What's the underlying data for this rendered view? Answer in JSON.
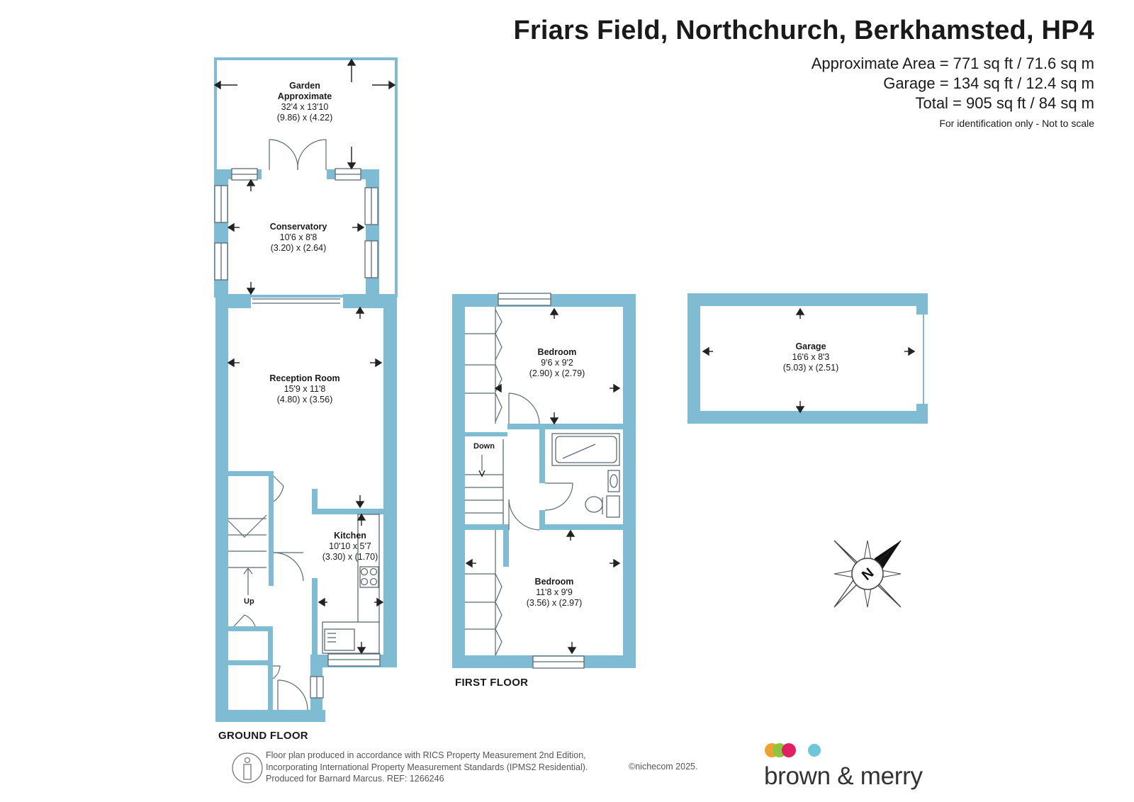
{
  "header": {
    "title": "Friars Field, Northchurch, Berkhamsted, HP4",
    "approx_area": "Approximate Area = 771 sq ft / 71.6 sq m",
    "garage_area": "Garage = 134 sq ft / 12.4 sq m",
    "total_area": "Total = 905 sq ft / 84 sq m",
    "note": "For identification only - Not to scale"
  },
  "rooms": {
    "garden": {
      "name": "Garden",
      "sub": "Approximate",
      "imperial": "32'4 x 13'10",
      "metric": "(9.86) x (4.22)"
    },
    "conservatory": {
      "name": "Conservatory",
      "imperial": "10'6 x 8'8",
      "metric": "(3.20) x (2.64)"
    },
    "reception": {
      "name": "Reception Room",
      "imperial": "15'9 x 11'8",
      "metric": "(4.80) x (3.56)"
    },
    "kitchen": {
      "name": "Kitchen",
      "imperial": "10'10 x 5'7",
      "metric": "(3.30) x (1.70)"
    },
    "bedroom1": {
      "name": "Bedroom",
      "imperial": "9'6 x 9'2",
      "metric": "(2.90) x (2.79)"
    },
    "bedroom2": {
      "name": "Bedroom",
      "imperial": "11'8 x 9'9",
      "metric": "(3.56) x (2.97)"
    },
    "garage": {
      "name": "Garage",
      "imperial": "16'6 x 8'3",
      "metric": "(5.03) x (2.51)"
    }
  },
  "labels": {
    "up": "Up",
    "down": "Down",
    "ground_floor": "GROUND FLOOR",
    "first_floor": "FIRST FLOOR",
    "compass": "N"
  },
  "footer": {
    "line1": "Floor plan produced in accordance with RICS Property Measurement 2nd Edition,",
    "line2": "Incorporating International Property Measurement Standards (IPMS2 Residential).",
    "line3": "Produced for Barnard Marcus.   REF: 1266246",
    "copyright": "©nichecom 2025."
  },
  "brand": {
    "name": "brown & merry",
    "dot_colors": [
      "#f0a030",
      "#8cc63f",
      "#e31f64",
      "#6ec6d9"
    ]
  },
  "colors": {
    "wall": "#7fbcd3",
    "line": "#5b6a72"
  }
}
